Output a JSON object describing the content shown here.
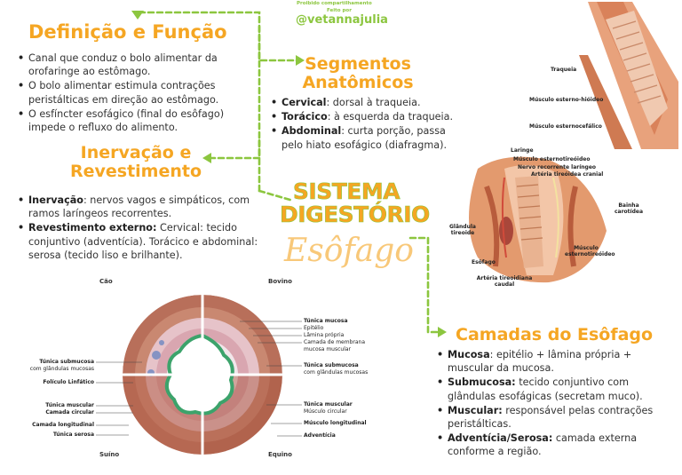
{
  "credits": {
    "line1": "Proibido compartilhamento",
    "line2": "Feito por",
    "handle": "@vetannajulia"
  },
  "title": {
    "line1": "SISTEMA",
    "line2": "DIGESTÓRIO",
    "line3": "Esôfago"
  },
  "definicao": {
    "heading": "Definição e Função",
    "items": [
      "Canal que conduz o bolo alimentar da orofaringe ao estômago.",
      "O bolo alimentar estimula contrações peristálticas em direção ao estômago.",
      "O esfíncter esofágico (final do esôfago) impede o refluxo do alimento."
    ]
  },
  "segmentos": {
    "heading_line1": "Segmentos",
    "heading_line2": "Anatômicos",
    "items": [
      {
        "term": "Cervical",
        "text": ": dorsal à traqueia."
      },
      {
        "term": "Torácico",
        "text": ": à esquerda da traqueia."
      },
      {
        "term": "Abdominal",
        "text": ": curta porção, passa pelo hiato esofágico (diafragma)."
      }
    ]
  },
  "inervacao": {
    "heading_line1": "Inervação e",
    "heading_line2": "Revestimento",
    "items": [
      {
        "term": "Inervação",
        "text": ": nervos vagos e simpáticos, com ramos laríngeos recorrentes."
      },
      {
        "term": "Revestimento externo:",
        "text": " Cervical: tecido conjuntivo (adventícia). Torácico e abdominal: serosa (tecido liso e brilhante)."
      }
    ]
  },
  "camadas": {
    "heading": "Camadas do Esôfago",
    "items": [
      {
        "term": "Mucosa",
        "text": ": epitélio + lâmina própria + muscular da mucosa."
      },
      {
        "term": "Submucosa:",
        "text": " tecido conjuntivo com glândulas esofágicas (secretam muco)."
      },
      {
        "term": "Muscular:",
        "text": " responsável pelas contrações peristálticas."
      },
      {
        "term": "Adventícia/Serosa:",
        "text": " camada externa conforme a região."
      }
    ]
  },
  "anatomy_top": {
    "labels": [
      "Traqueia",
      "Músculo esterno-hióideo",
      "Músculo esternocefálico"
    ]
  },
  "anatomy_mid": {
    "labels": [
      "Laringe",
      "Músculo esternotireóideo",
      "Nervo recorrente laríngeo",
      "Artéria tireóidea cranial",
      "Bainha carotídea",
      "Glândula tireoide",
      "Músculo esternotireóideo",
      "Esôfago",
      "Artéria tireoidiana caudal"
    ]
  },
  "cross_section": {
    "species": [
      "Cão",
      "Bovino",
      "Suíno",
      "Equino"
    ],
    "right_labels": {
      "tunica_mucosa": "Túnica mucosa",
      "epitelio": "Epitélio",
      "lamina": "Lâmina própria",
      "camada_membrana": "Camada de membrana",
      "mucosa_muscular": "mucosa muscular",
      "tunica_submucosa": "Túnica submucosa",
      "com_glandulas": "com glândulas mucosas",
      "tunica_muscular": "Túnica muscular",
      "musculo_circular": "Músculo circular",
      "musculo_longitudinal": "Músculo longitudinal",
      "adventicia": "Adventícia"
    },
    "left_labels": {
      "tunica_submucosa": "Túnica submucosa",
      "com_glandulas": "com glândulas mucosas",
      "foliculo": "Folículo Linfático",
      "tunica_muscular": "Túnica muscular",
      "camada_circular": "Camada circular",
      "camada_longitudinal": "Camada longitudinal",
      "tunica_serosa": "Túnica serosa"
    }
  },
  "colors": {
    "orange": "#f5a623",
    "green": "#8cc63f"
  }
}
